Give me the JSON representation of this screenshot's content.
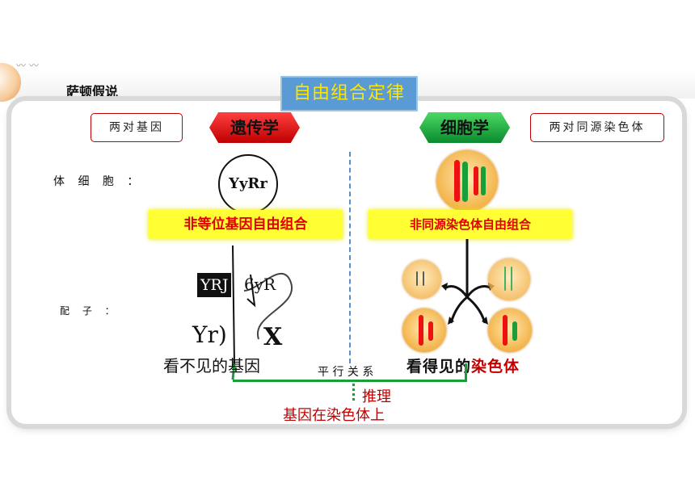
{
  "header": {
    "label": "萨顿假说",
    "title": "自由组合定律"
  },
  "left": {
    "tag": "两对基因",
    "arrow_label": "遗传学",
    "cell_label": "体 细 胞 ：",
    "genotype": "YyRr",
    "band": "非等位基因自由组合",
    "gamete_label": "配 子 ：",
    "gametes": {
      "a": "YRJ",
      "b": "6yR",
      "c": "Yr)",
      "d": "X"
    },
    "caption": "看不见的基因"
  },
  "right": {
    "tag": "两对同源染色体",
    "arrow_label": "细胞学",
    "band": "非同源染色体自由组合",
    "caption_a": "看得见的",
    "caption_b": "染色体"
  },
  "middle": {
    "relation": "平 行 关 系",
    "inference": "推理",
    "conclusion": "基因在染色体上"
  },
  "colors": {
    "red": "#e00000",
    "green": "#1a9e3a",
    "yellow": "#ffff33",
    "blue": "#5b9bd5"
  }
}
